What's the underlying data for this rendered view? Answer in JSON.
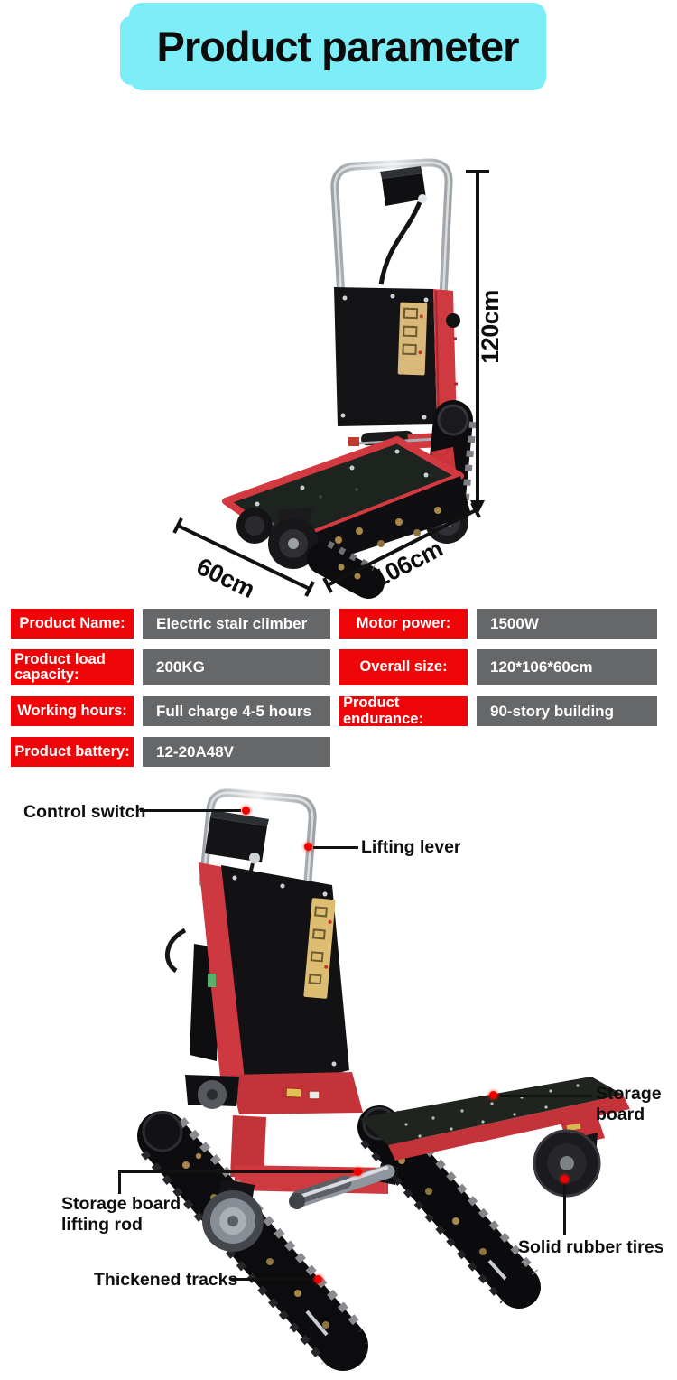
{
  "title": {
    "text": "Product parameter"
  },
  "colors": {
    "title_bg": "#7deef8",
    "spec_label_bg": "#ef0508",
    "spec_value_bg": "#666769",
    "callout_dot": "#f40000",
    "machine_red": "#cf3a40"
  },
  "figure1": {
    "description": "electric stair climber trolley, upright, with overall dimension lines",
    "dim_height": "120cm",
    "dim_width": "60cm",
    "dim_length": "106cm"
  },
  "spec_table": {
    "cells": [
      {
        "label": "Product Name:",
        "value": "Electric stair climber"
      },
      {
        "label": "Motor power:",
        "value": "1500W"
      },
      {
        "label": "Product load capacity:",
        "value": "200KG"
      },
      {
        "label": "Overall size:",
        "value": "120*106*60cm"
      },
      {
        "label": "Working hours:",
        "value": "Full charge 4-5 hours"
      },
      {
        "label": "Product endurance:",
        "value": "90-story building"
      },
      {
        "label": "Product battery:",
        "value": "12-20A48V"
      }
    ]
  },
  "figure2": {
    "description": "electric stair climber in stair-climbing pose with part callouts",
    "callouts": [
      {
        "id": "control-switch",
        "label": "Control switch"
      },
      {
        "id": "lifting-lever",
        "label": "Lifting lever"
      },
      {
        "id": "storage-board",
        "label": "Storage board"
      },
      {
        "id": "storage-board-lifting-rod",
        "label": "Storage board lifting rod"
      },
      {
        "id": "solid-rubber-tires",
        "label": "Solid rubber tires"
      },
      {
        "id": "thickened-tracks",
        "label": "Thickened tracks"
      }
    ]
  }
}
